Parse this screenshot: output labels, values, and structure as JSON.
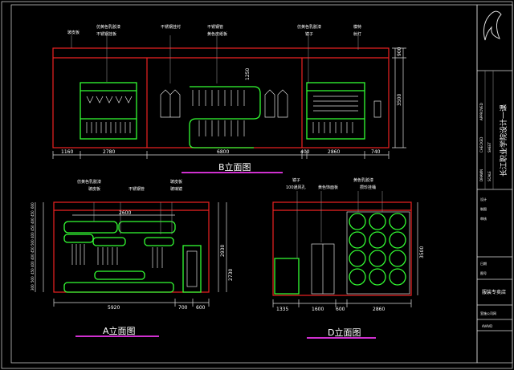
{
  "drawings": {
    "B": {
      "title": "B立面图",
      "labels": [
        "玻皮板",
        "仿黄色乳胶漆",
        "不锈钢挂板",
        "不锈钢挂衬",
        "不锈钢管",
        "黄色皮纸板",
        "仿黄色乳胶漆",
        "镜子",
        "模特",
        "射灯"
      ],
      "dims_bottom": [
        "1160",
        "2780",
        "6800",
        "400",
        "2860",
        "740"
      ],
      "dims_side": [
        "1250",
        "3500",
        "900"
      ]
    },
    "A": {
      "title": "A立面图",
      "labels": [
        "仿黄色乳胶漆",
        "玻皮板",
        "不锈钢管",
        "玻皮板",
        "玻璃镜"
      ],
      "dims_top": [
        "2600"
      ],
      "dims_bottom": [
        "5920",
        "700",
        "600"
      ],
      "dims_left": [
        "600",
        "450",
        "400",
        "450",
        "400",
        "500",
        "450",
        "400",
        "400",
        "450",
        "500",
        "300"
      ],
      "dims_right": [
        "2930",
        "2730"
      ]
    },
    "D": {
      "title": "D立面图",
      "labels": [
        "镜子",
        "100通风孔",
        "黄色饰面板",
        "黄色乳胶漆",
        "攒珍挂桶"
      ],
      "dims_bottom": [
        "1335",
        "1600",
        "600",
        "2860"
      ],
      "dims_right": [
        "3500"
      ]
    }
  },
  "title_block": {
    "vertical_title": "长江职业学院设计一课",
    "project": "服装专卖店",
    "note": "室施公司网",
    "code": "AVAVD",
    "rows": [
      "设计",
      "制图",
      "审核",
      "日期",
      "图号"
    ],
    "small_text": [
      "DRAWN",
      "CHECKED",
      "APPROVED",
      "SCALE",
      "SHEET"
    ]
  },
  "colors": {
    "outline": "#ff3333",
    "fixture": "#33ff33",
    "text": "#ffffff",
    "underline": "#d030d0",
    "border": "#cccccc"
  }
}
